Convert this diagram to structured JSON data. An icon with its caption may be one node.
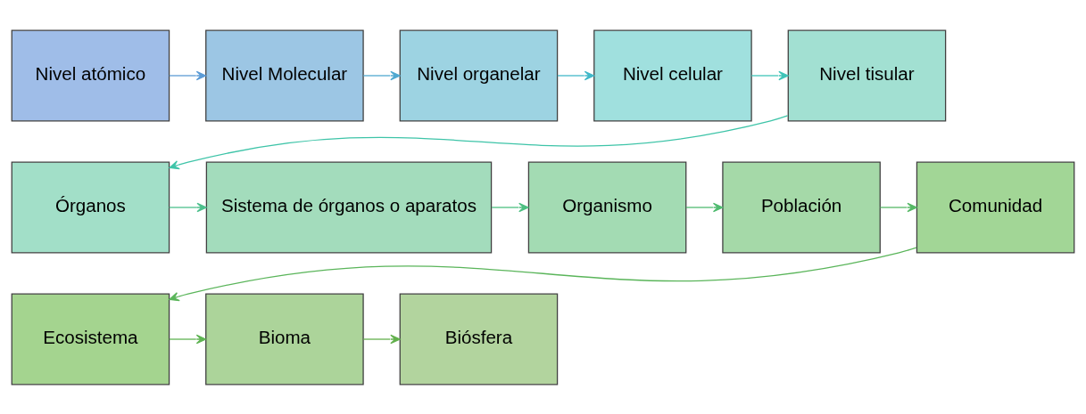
{
  "diagram": {
    "nodes": [
      {
        "text": [
          "Nivel atómico"
        ]
      },
      {
        "text": [
          "Nivel Molecular"
        ]
      },
      {
        "text": [
          "Nivel organelar"
        ]
      },
      {
        "text": [
          "Nivel celular"
        ]
      },
      {
        "text": [
          "Nivel tisular"
        ]
      },
      {
        "text": [
          "Órganos"
        ]
      },
      {
        "text": [
          "Sistema de órganos o aparatos"
        ]
      },
      {
        "text": [
          "Organismo"
        ]
      },
      {
        "text": [
          "Población"
        ]
      },
      {
        "text": [
          "Comunidad"
        ]
      },
      {
        "text": [
          "Ecosistema"
        ]
      },
      {
        "text": [
          "Bioma"
        ]
      },
      {
        "text": [
          "Biósfera"
        ]
      }
    ],
    "edges": [
      {
        "from": 0,
        "to": 1,
        "arrow": "to",
        "color": "#5b9bd5"
      },
      {
        "from": 1,
        "to": 2,
        "arrow": "to",
        "color": "#4fa8d0"
      },
      {
        "from": 2,
        "to": 3,
        "arrow": "to",
        "color": "#40b8c8"
      },
      {
        "from": 3,
        "to": 4,
        "arrow": "to",
        "color": "#3ec4b8"
      },
      {
        "from": 4,
        "to": 5,
        "arrow": "to",
        "color": "#3ec4a8"
      },
      {
        "from": 5,
        "to": 6,
        "arrow": "to",
        "color": "#4cbf8c"
      },
      {
        "from": 6,
        "to": 7,
        "arrow": "to",
        "color": "#4cbf80"
      },
      {
        "from": 7,
        "to": 8,
        "arrow": "to",
        "color": "#50bb70"
      },
      {
        "from": 8,
        "to": 9,
        "arrow": "to",
        "color": "#55b865"
      },
      {
        "from": 9,
        "to": 10,
        "arrow": "to",
        "color": "#5ab55a"
      },
      {
        "from": 10,
        "to": 11,
        "arrow": "to",
        "color": "#5eb352"
      },
      {
        "from": 11,
        "to": 12,
        "arrow": "to",
        "color": "#62b04c"
      }
    ]
  }
}
